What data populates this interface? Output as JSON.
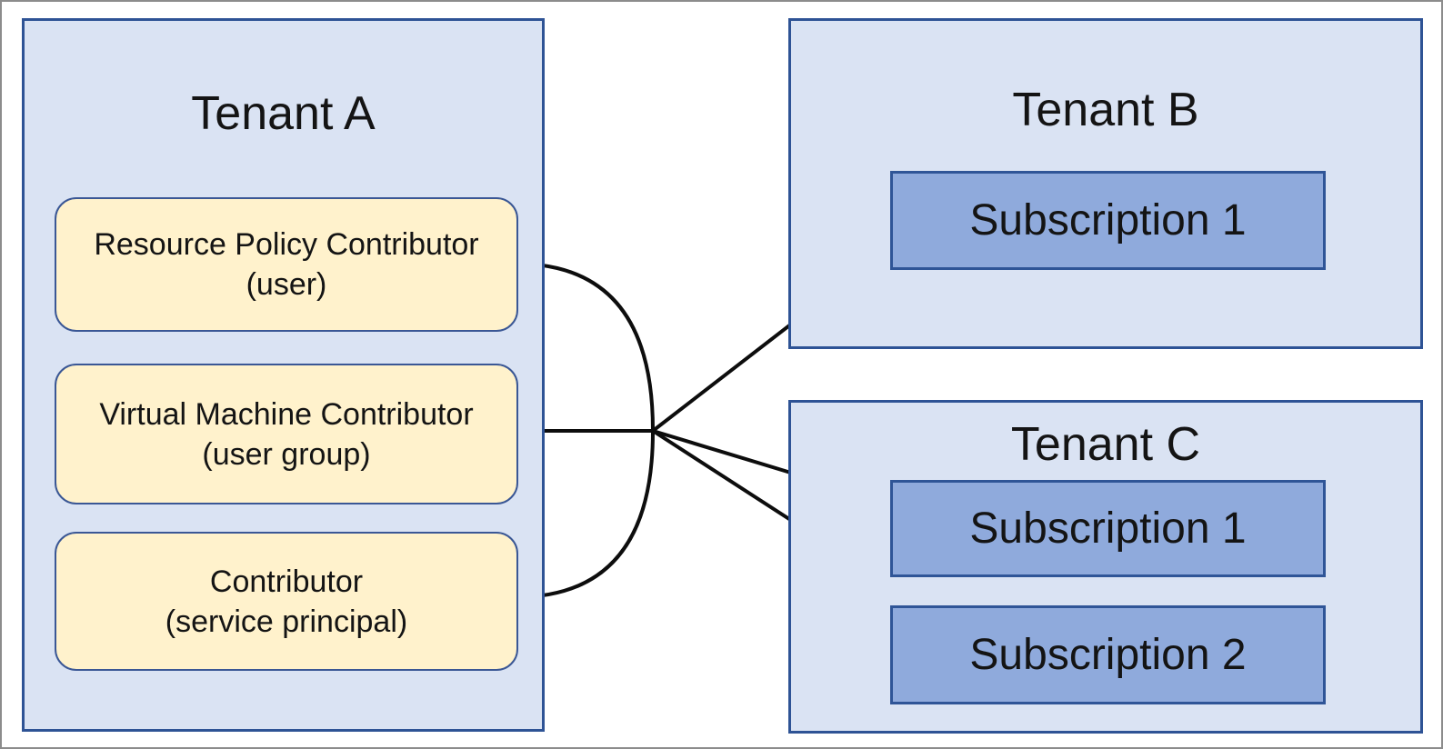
{
  "tenant_a": {
    "title": "Tenant A",
    "roles": [
      {
        "line1": "Resource Policy Contributor",
        "line2": "(user)"
      },
      {
        "line1": "Virtual Machine Contributor",
        "line2": "(user group)"
      },
      {
        "line1": "Contributor",
        "line2": "(service principal)"
      }
    ]
  },
  "tenant_b": {
    "title": "Tenant B",
    "subscriptions": [
      "Subscription 1"
    ]
  },
  "tenant_c": {
    "title": "Tenant C",
    "subscriptions": [
      "Subscription 1",
      "Subscription 2"
    ]
  },
  "connections": [
    {
      "from": "Resource Policy Contributor (user)",
      "to": "junction",
      "style": "curve"
    },
    {
      "from": "Virtual Machine Contributor (user group)",
      "to": "junction",
      "style": "line"
    },
    {
      "from": "Contributor (service principal)",
      "to": "junction",
      "style": "curve"
    },
    {
      "from": "junction",
      "to": "Tenant B / Subscription 1",
      "style": "arrow"
    },
    {
      "from": "junction",
      "to": "Tenant C / Subscription 1",
      "style": "arrow"
    },
    {
      "from": "junction",
      "to": "Tenant C / Subscription 2",
      "style": "arrow"
    }
  ],
  "colors": {
    "canvas_bg": "#ffffff",
    "frame_gray": "#8c8c8c",
    "tenant_fill": "#dae3f3",
    "tenant_border": "#2e5395",
    "sub_fill": "#8faadc",
    "sub_border": "#2f5597",
    "role_fill": "#fff2cc",
    "role_border": "#3a5795",
    "line_color": "#0d0d0d",
    "text_color": "#141414"
  }
}
